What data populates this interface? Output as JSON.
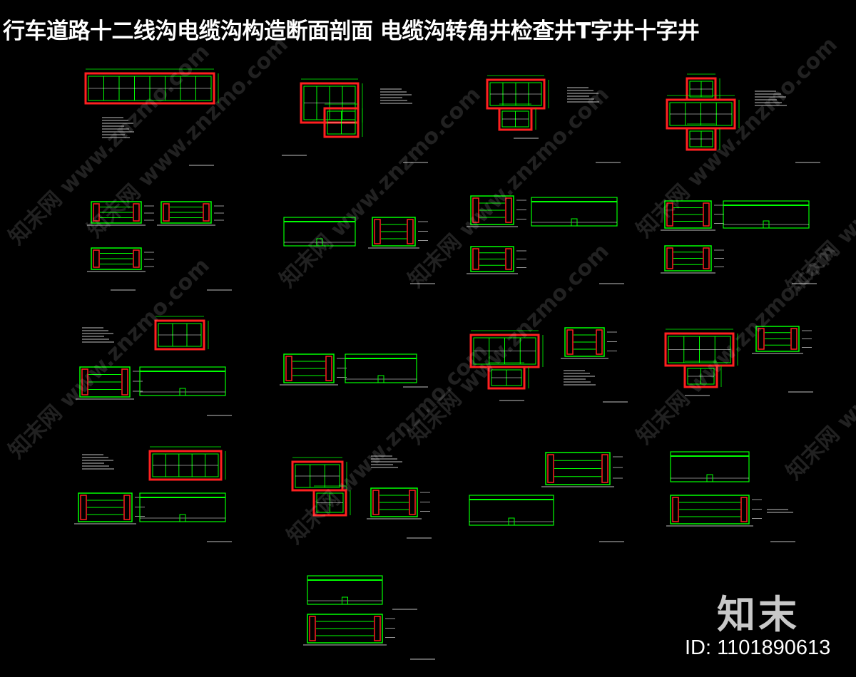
{
  "title": "行车道路十二线沟电缆沟构造断面剖面  电缆沟转角井检查井T字井十字井",
  "watermark": {
    "text": "知末网 www.znzmo.com"
  },
  "brand": {
    "logo": "知末",
    "id": "ID: 1101890613"
  },
  "colors": {
    "background": "#000000",
    "line_green": "#00ff00",
    "line_red": "#ff2020",
    "text_white": "#ffffff"
  }
}
